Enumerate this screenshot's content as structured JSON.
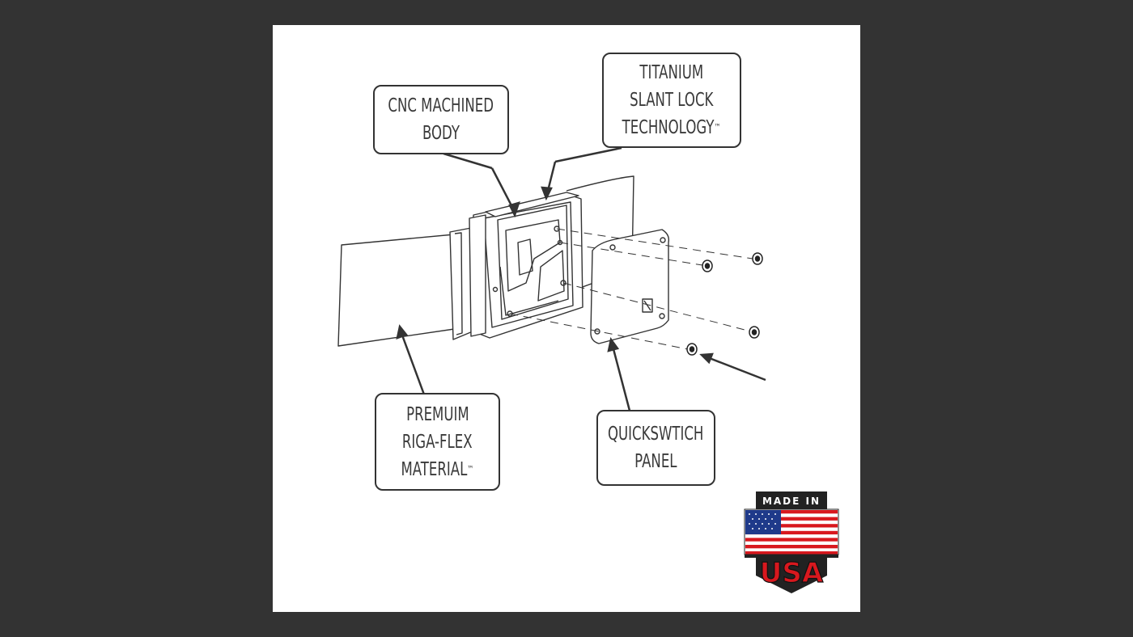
{
  "colors": {
    "outer_background": "#333333",
    "panel_background": "#ffffff",
    "line_color": "#333333",
    "flag_red": "#d8181e",
    "flag_blue": "#1f3a8a"
  },
  "callouts": {
    "cnc": {
      "lines": [
        "CNC MACHINED",
        "BODY"
      ]
    },
    "titanium": {
      "lines": [
        "TITANIUM",
        "SLANT LOCK",
        "TECHNOLOGY"
      ],
      "tm": "™"
    },
    "material": {
      "lines": [
        "PREMUIM",
        "RIGA-FLEX",
        "MATERIAL"
      ],
      "tm": "™"
    },
    "panel": {
      "lines": [
        "QUICKSWTICH",
        "PANEL"
      ]
    }
  },
  "badge": {
    "top_text": "MADE IN",
    "bottom_text": "USA",
    "icon": "usa-flag-icon"
  }
}
